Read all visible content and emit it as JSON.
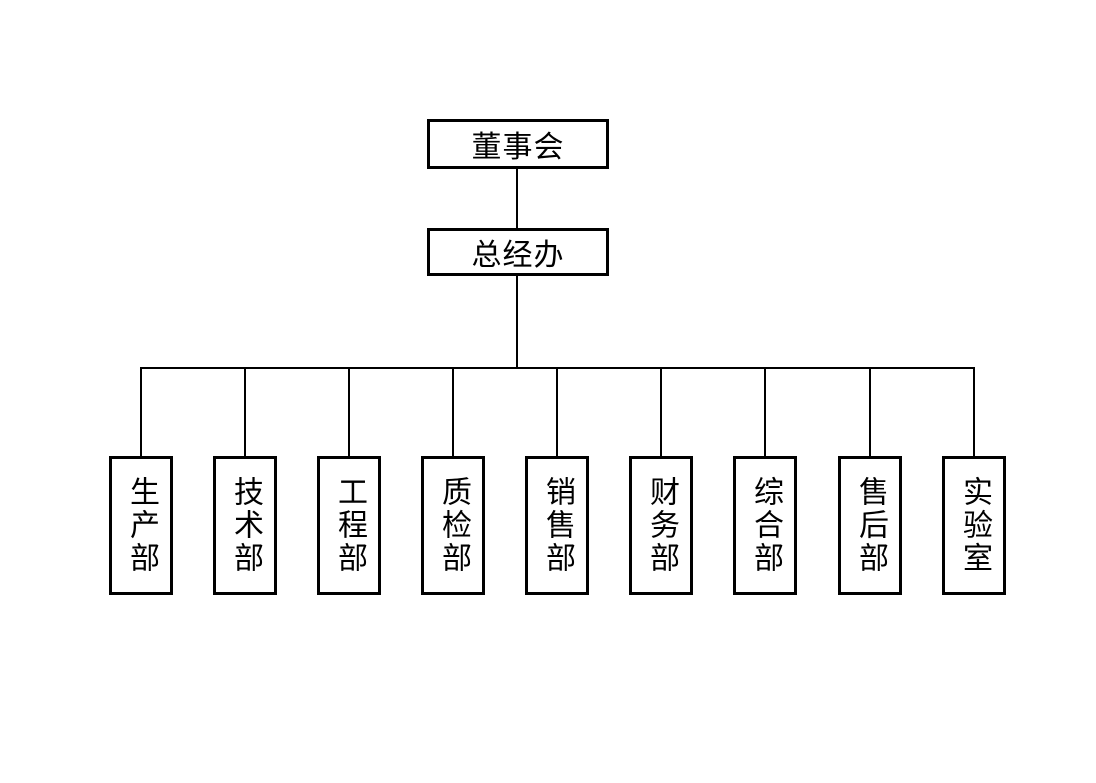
{
  "org_chart": {
    "type": "org-tree",
    "root": {
      "label": "董事会"
    },
    "middle": {
      "label": "总经办"
    },
    "departments": [
      {
        "label": "生产部"
      },
      {
        "label": "技术部"
      },
      {
        "label": "工程部"
      },
      {
        "label": "质检部"
      },
      {
        "label": "销售部"
      },
      {
        "label": "财务部"
      },
      {
        "label": "综合部"
      },
      {
        "label": "售后部"
      },
      {
        "label": "实验室"
      }
    ],
    "colors": {
      "background": "#ffffff",
      "box_border": "#000000",
      "connector_line": "#000000",
      "text": "#000000"
    }
  }
}
